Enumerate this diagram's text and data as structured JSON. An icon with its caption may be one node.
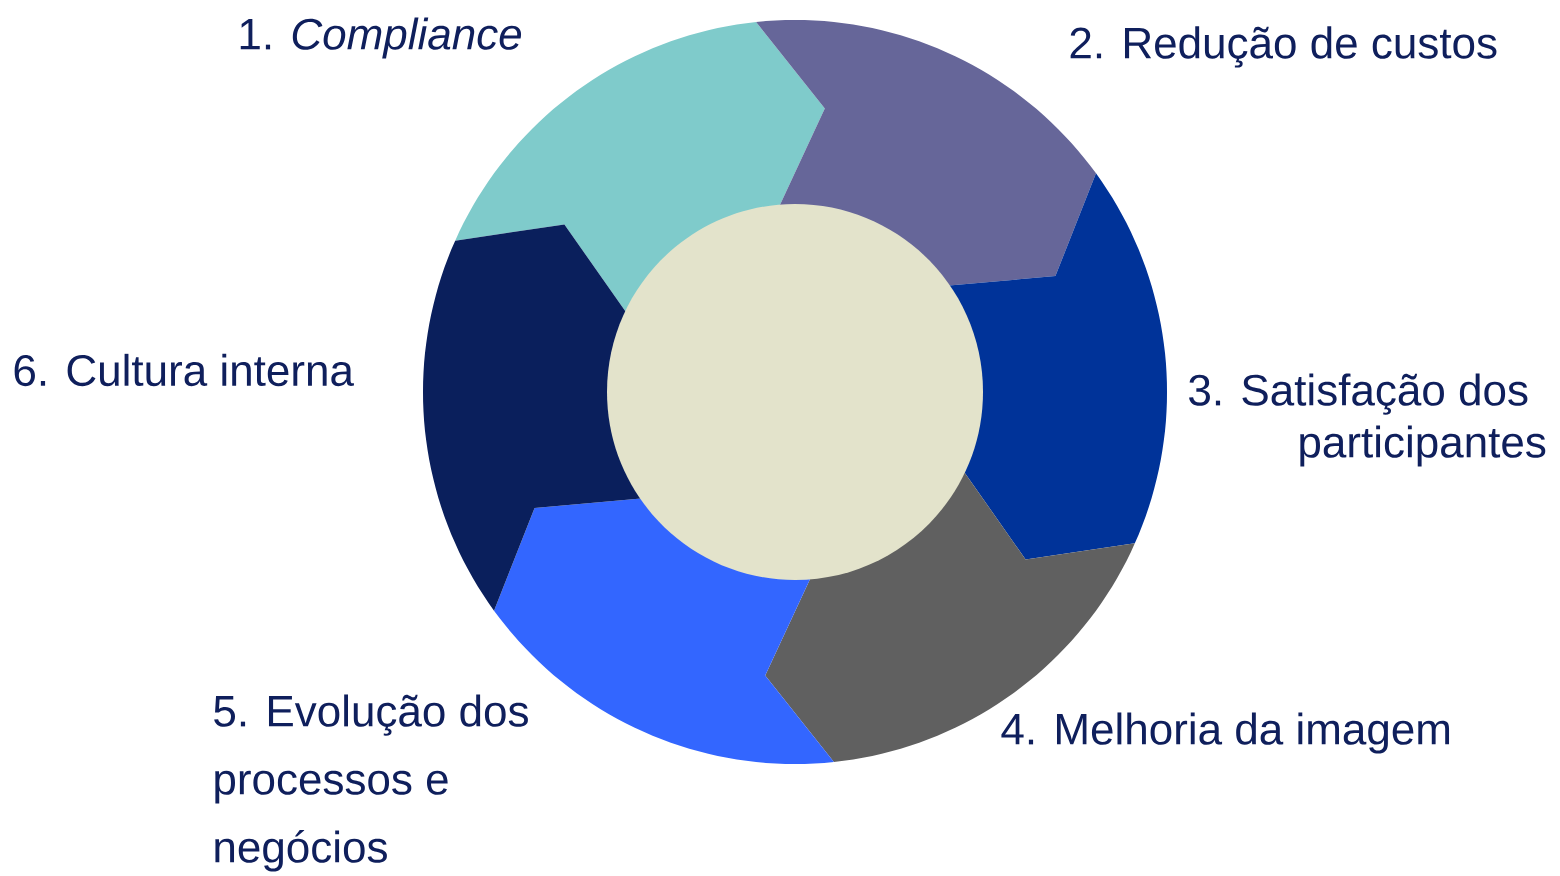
{
  "diagram": {
    "nodes": [
      {
        "text": [
          "1. *Compliance*"
        ]
      },
      {
        "text": [
          "2. Redução de custos"
        ]
      },
      {
        "text": [
          "3. Satisfação dos participantes"
        ]
      },
      {
        "text": [
          "4. Melhoria da imagem"
        ]
      },
      {
        "text": [
          "5. Evolução dos processos e negócios"
        ]
      },
      {
        "text": [
          "6. Cultura interna"
        ]
      },
      {
        "text": [],
        "shape": "circle"
      }
    ]
  }
}
